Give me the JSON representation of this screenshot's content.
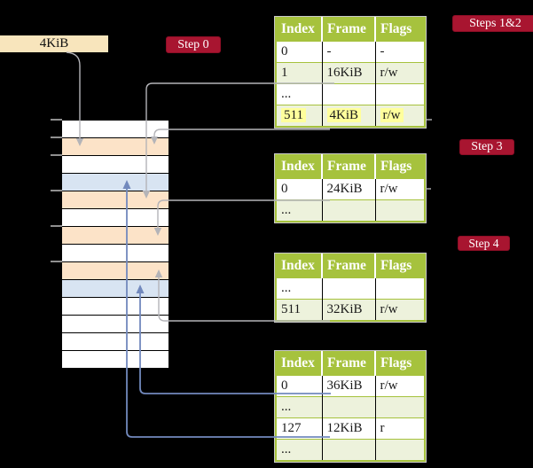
{
  "palette": {
    "background": "#000000",
    "table_header_green": "#a6c23d",
    "table_row_green": "#edf2dc",
    "highlight_yellow": "#ffff9c",
    "badge_red": "#a81530",
    "page_peach": "#fce3c8",
    "page_blue": "#d8e4f2",
    "frame_label_cream": "#f8e5bc",
    "connector_gray": "#b4b4b8",
    "connector_blue": "#7289bd"
  },
  "frame_label": {
    "text": "4KiB"
  },
  "badges": {
    "step0": "Step 0",
    "steps12": "Steps 1&2",
    "step3": "Step 3",
    "step4": "Step 4"
  },
  "memory": {
    "rows": [
      {
        "type": "plain"
      },
      {
        "type": "peach"
      },
      {
        "type": "plain"
      },
      {
        "type": "blue"
      },
      {
        "type": "peach"
      },
      {
        "type": "plain"
      },
      {
        "type": "peach"
      },
      {
        "type": "plain"
      },
      {
        "type": "peach"
      },
      {
        "type": "blue"
      },
      {
        "type": "plain"
      },
      {
        "type": "plain"
      },
      {
        "type": "plain"
      },
      {
        "type": "plain"
      }
    ]
  },
  "tables": [
    {
      "title": "page-table-steps-1-2",
      "headers": [
        "Index",
        "Frame",
        "Flags"
      ],
      "rows": [
        {
          "cells": [
            "0",
            "-",
            "-"
          ]
        },
        {
          "cells": [
            "1",
            "16KiB",
            "r/w"
          ]
        },
        {
          "cells": [
            "...",
            "",
            ""
          ]
        },
        {
          "cells": [
            "511",
            "4KiB",
            "r/w"
          ],
          "highlighted": true
        }
      ]
    },
    {
      "title": "page-table-step-3",
      "headers": [
        "Index",
        "Frame",
        "Flags"
      ],
      "rows": [
        {
          "cells": [
            "0",
            "24KiB",
            "r/w"
          ]
        },
        {
          "cells": [
            "...",
            "",
            ""
          ]
        }
      ]
    },
    {
      "title": "page-table-step-4",
      "headers": [
        "Index",
        "Frame",
        "Flags"
      ],
      "rows": [
        {
          "cells": [
            "...",
            "",
            ""
          ]
        },
        {
          "cells": [
            "511",
            "32KiB",
            "r/w"
          ]
        }
      ]
    },
    {
      "title": "page-table-final",
      "headers": [
        "Index",
        "Frame",
        "Flags"
      ],
      "rows": [
        {
          "cells": [
            "0",
            "36KiB",
            "r/w"
          ]
        },
        {
          "cells": [
            "...",
            "",
            ""
          ]
        },
        {
          "cells": [
            "127",
            "12KiB",
            "r"
          ]
        },
        {
          "cells": [
            "...",
            "",
            ""
          ]
        }
      ]
    }
  ]
}
